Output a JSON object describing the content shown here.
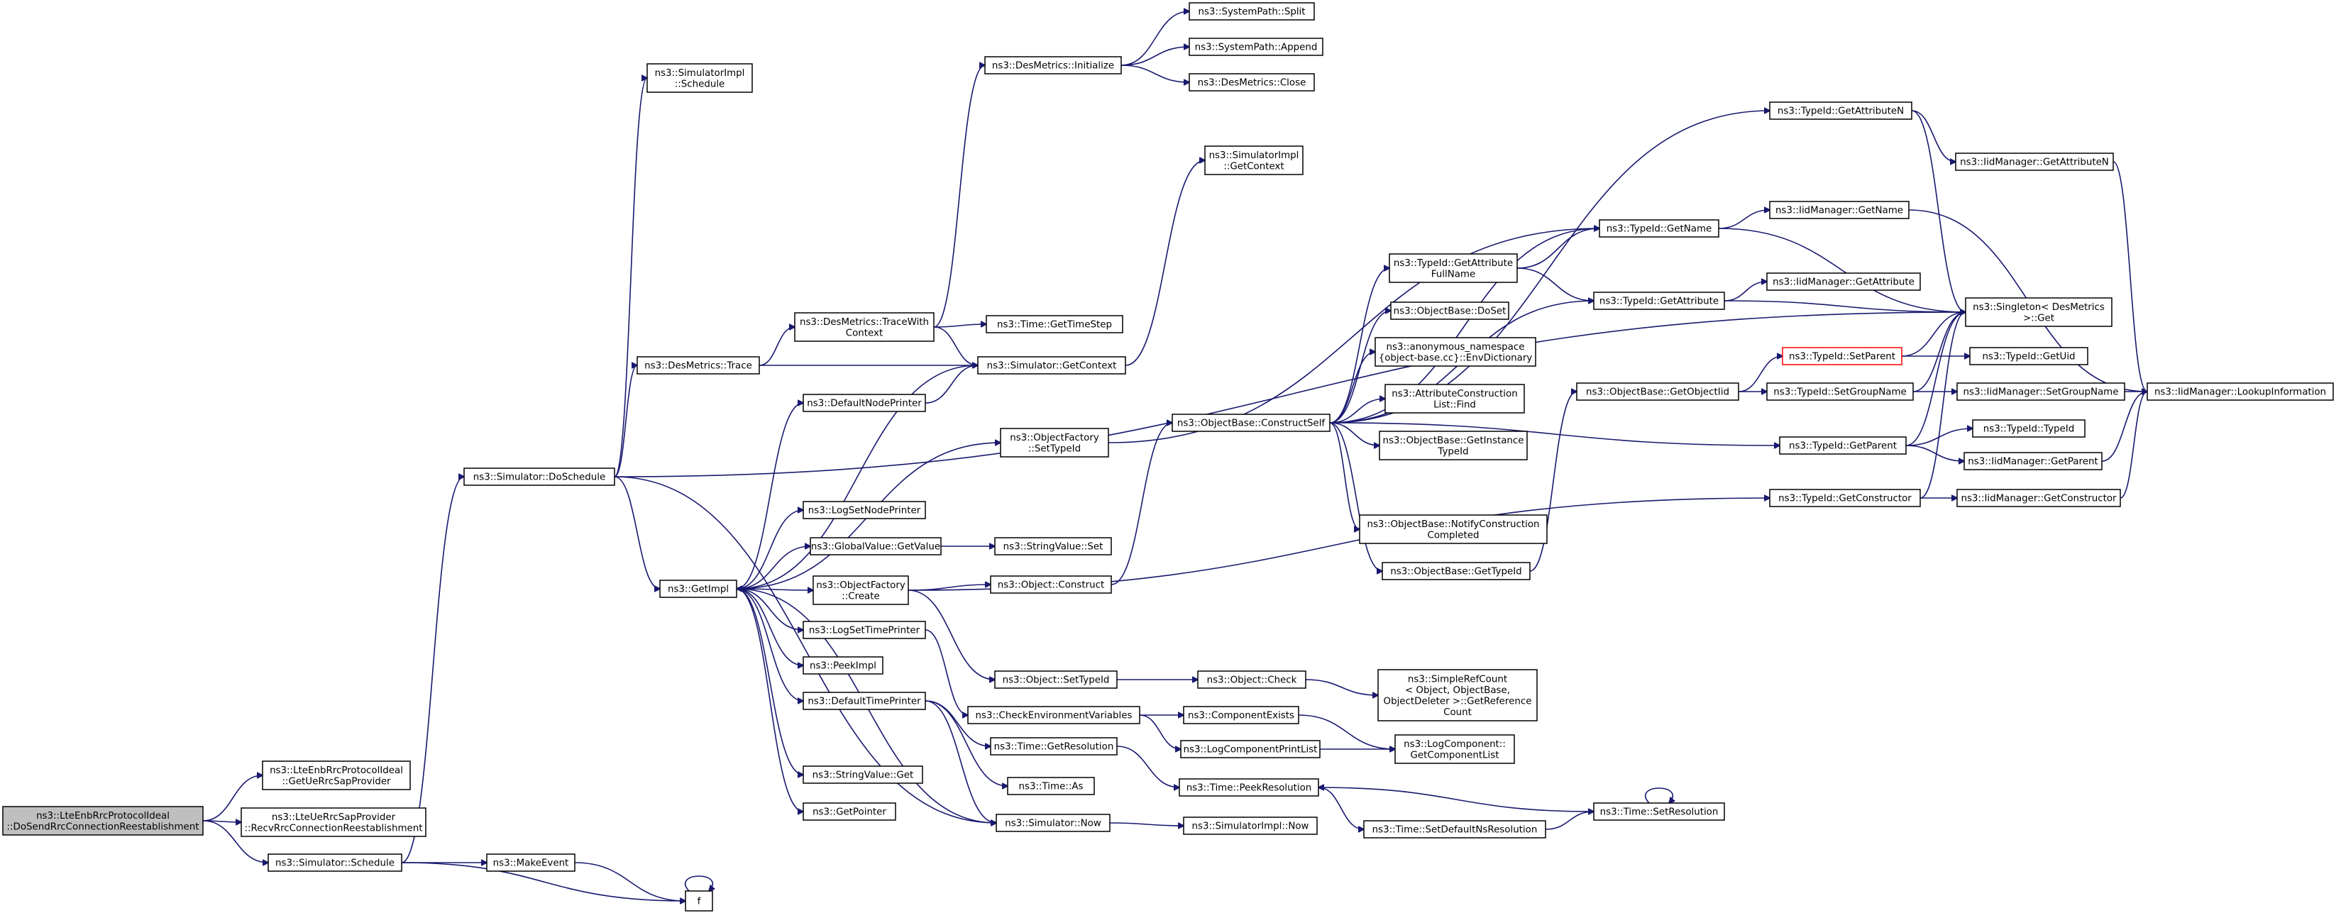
{
  "graph": {
    "nodes": [
      {
        "id": "root",
        "lines": [
          "ns3::LteEnbRrcProtocolIdeal",
          "::DoSendRrcConnectionReestablishment"
        ],
        "style": "root"
      },
      {
        "id": "getUeRrcSap",
        "lines": [
          "ns3::LteEnbRrcProtocolIdeal",
          "::GetUeRrcSapProvider"
        ]
      },
      {
        "id": "recvRrcConn",
        "lines": [
          "ns3::LteUeRrcSapProvider",
          "::RecvRrcConnectionReestablishment"
        ]
      },
      {
        "id": "simSchedule",
        "lines": [
          "ns3::Simulator::Schedule"
        ]
      },
      {
        "id": "makeEvent",
        "lines": [
          "ns3::MakeEvent"
        ]
      },
      {
        "id": "f",
        "lines": [
          "f"
        ]
      },
      {
        "id": "doSchedule",
        "lines": [
          "ns3::Simulator::DoSchedule"
        ]
      },
      {
        "id": "implSchedule",
        "lines": [
          "ns3::SimulatorImpl",
          "::Schedule"
        ]
      },
      {
        "id": "desTrace",
        "lines": [
          "ns3::DesMetrics::Trace"
        ]
      },
      {
        "id": "getImpl",
        "lines": [
          "ns3::GetImpl"
        ]
      },
      {
        "id": "traceWithContext",
        "lines": [
          "ns3::DesMetrics::TraceWith",
          "Context"
        ]
      },
      {
        "id": "desInit",
        "lines": [
          "ns3::DesMetrics::Initialize"
        ]
      },
      {
        "id": "pathSplit",
        "lines": [
          "ns3::SystemPath::Split"
        ]
      },
      {
        "id": "pathAppend",
        "lines": [
          "ns3::SystemPath::Append"
        ]
      },
      {
        "id": "desClose",
        "lines": [
          "ns3::DesMetrics::Close"
        ]
      },
      {
        "id": "timeGetTimeStep",
        "lines": [
          "ns3::Time::GetTimeStep"
        ]
      },
      {
        "id": "simGetContext",
        "lines": [
          "ns3::Simulator::GetContext"
        ]
      },
      {
        "id": "implGetContext",
        "lines": [
          "ns3::SimulatorImpl",
          "::GetContext"
        ]
      },
      {
        "id": "defaultNodePrinter",
        "lines": [
          "ns3::DefaultNodePrinter"
        ]
      },
      {
        "id": "ofSetTypeId",
        "lines": [
          "ns3::ObjectFactory",
          "::SetTypeId"
        ]
      },
      {
        "id": "logSetNodePrinter",
        "lines": [
          "ns3::LogSetNodePrinter"
        ]
      },
      {
        "id": "gvGetValue",
        "lines": [
          "ns3::GlobalValue::GetValue"
        ]
      },
      {
        "id": "svSet",
        "lines": [
          "ns3::StringValue::Set"
        ]
      },
      {
        "id": "ofCreate",
        "lines": [
          "ns3::ObjectFactory",
          "::Create"
        ]
      },
      {
        "id": "objConstruct",
        "lines": [
          "ns3::Object::Construct"
        ]
      },
      {
        "id": "logSetTimePrinter",
        "lines": [
          "ns3::LogSetTimePrinter"
        ]
      },
      {
        "id": "peekImpl",
        "lines": [
          "ns3::PeekImpl"
        ]
      },
      {
        "id": "defaultTimePrinter",
        "lines": [
          "ns3::DefaultTimePrinter"
        ]
      },
      {
        "id": "svGet",
        "lines": [
          "ns3::StringValue::Get"
        ]
      },
      {
        "id": "getPointer",
        "lines": [
          "ns3::GetPointer"
        ]
      },
      {
        "id": "objSetTypeId",
        "lines": [
          "ns3::Object::SetTypeId"
        ]
      },
      {
        "id": "objCheck",
        "lines": [
          "ns3::Object::Check"
        ]
      },
      {
        "id": "simpleRefCount",
        "lines": [
          "ns3::SimpleRefCount",
          "< Object, ObjectBase,",
          "ObjectDeleter >::GetReference",
          "Count"
        ]
      },
      {
        "id": "checkEnvVars",
        "lines": [
          "ns3::CheckEnvironmentVariables"
        ]
      },
      {
        "id": "componentExists",
        "lines": [
          "ns3::ComponentExists"
        ]
      },
      {
        "id": "logComponentPrintList",
        "lines": [
          "ns3::LogComponentPrintList"
        ]
      },
      {
        "id": "getComponentList",
        "lines": [
          "ns3::LogComponent::",
          "GetComponentList"
        ]
      },
      {
        "id": "timeGetResolution",
        "lines": [
          "ns3::Time::GetResolution"
        ]
      },
      {
        "id": "timeAs",
        "lines": [
          "ns3::Time::As"
        ]
      },
      {
        "id": "simNow",
        "lines": [
          "ns3::Simulator::Now"
        ]
      },
      {
        "id": "implNow",
        "lines": [
          "ns3::SimulatorImpl::Now"
        ]
      },
      {
        "id": "timePeekResolution",
        "lines": [
          "ns3::Time::PeekResolution"
        ]
      },
      {
        "id": "timeSetDefaultNsRes",
        "lines": [
          "ns3::Time::SetDefaultNsResolution"
        ]
      },
      {
        "id": "timeSetResolution",
        "lines": [
          "ns3::Time::SetResolution"
        ]
      },
      {
        "id": "obConstructSelf",
        "lines": [
          "ns3::ObjectBase::ConstructSelf"
        ]
      },
      {
        "id": "tidGetAttrFullName",
        "lines": [
          "ns3::TypeId::GetAttribute",
          "FullName"
        ]
      },
      {
        "id": "obDoSet",
        "lines": [
          "ns3::ObjectBase::DoSet"
        ]
      },
      {
        "id": "envDictionary",
        "lines": [
          "ns3::anonymous_namespace",
          "{object-base.cc}::EnvDictionary"
        ]
      },
      {
        "id": "attrConstructionFind",
        "lines": [
          "ns3::AttributeConstruction",
          "List::Find"
        ]
      },
      {
        "id": "obGetInstanceTypeId",
        "lines": [
          "ns3::ObjectBase::GetInstance",
          "TypeId"
        ]
      },
      {
        "id": "obNotifyConstruction",
        "lines": [
          "ns3::ObjectBase::NotifyConstruction",
          "Completed"
        ]
      },
      {
        "id": "obGetTypeId",
        "lines": [
          "ns3::ObjectBase::GetTypeId"
        ]
      },
      {
        "id": "tidGetName",
        "lines": [
          "ns3::TypeId::GetName"
        ]
      },
      {
        "id": "tidGetAttribute",
        "lines": [
          "ns3::TypeId::GetAttribute"
        ]
      },
      {
        "id": "obGetObjectIid",
        "lines": [
          "ns3::ObjectBase::GetObjectIid"
        ]
      },
      {
        "id": "tidGetAttributeN",
        "lines": [
          "ns3::TypeId::GetAttributeN"
        ]
      },
      {
        "id": "iidGetAttributeN",
        "lines": [
          "ns3::IidManager::GetAttributeN"
        ]
      },
      {
        "id": "iidGetName",
        "lines": [
          "ns3::IidManager::GetName"
        ]
      },
      {
        "id": "iidGetAttribute",
        "lines": [
          "ns3::IidManager::GetAttribute"
        ]
      },
      {
        "id": "tidSetParent",
        "lines": [
          "ns3::TypeId::SetParent"
        ],
        "style": "red"
      },
      {
        "id": "tidSetGroupName",
        "lines": [
          "ns3::TypeId::SetGroupName"
        ]
      },
      {
        "id": "tidGetParent",
        "lines": [
          "ns3::TypeId::GetParent"
        ]
      },
      {
        "id": "tidGetConstructor",
        "lines": [
          "ns3::TypeId::GetConstructor"
        ]
      },
      {
        "id": "singletonGet",
        "lines": [
          "ns3::Singleton< DesMetrics",
          ">::Get"
        ]
      },
      {
        "id": "tidGetUid",
        "lines": [
          "ns3::TypeId::GetUid"
        ]
      },
      {
        "id": "iidSetGroupName",
        "lines": [
          "ns3::IidManager::SetGroupName"
        ]
      },
      {
        "id": "tidTypeId",
        "lines": [
          "ns3::TypeId::TypeId"
        ]
      },
      {
        "id": "iidGetParent",
        "lines": [
          "ns3::IidManager::GetParent"
        ]
      },
      {
        "id": "iidGetConstructor",
        "lines": [
          "ns3::IidManager::GetConstructor"
        ]
      },
      {
        "id": "iidLookupInformation",
        "lines": [
          "ns3::IidManager::LookupInformation"
        ]
      }
    ],
    "edges": [
      [
        "root",
        "getUeRrcSap"
      ],
      [
        "root",
        "recvRrcConn"
      ],
      [
        "root",
        "simSchedule"
      ],
      [
        "simSchedule",
        "doSchedule"
      ],
      [
        "simSchedule",
        "makeEvent"
      ],
      [
        "simSchedule",
        "f"
      ],
      [
        "makeEvent",
        "f"
      ],
      [
        "f",
        "f"
      ],
      [
        "doSchedule",
        "implSchedule"
      ],
      [
        "doSchedule",
        "desTrace"
      ],
      [
        "doSchedule",
        "getImpl"
      ],
      [
        "doSchedule",
        "simNow"
      ],
      [
        "doSchedule",
        "singletonGet"
      ],
      [
        "desTrace",
        "traceWithContext"
      ],
      [
        "desTrace",
        "simGetContext"
      ],
      [
        "traceWithContext",
        "desInit"
      ],
      [
        "traceWithContext",
        "timeGetTimeStep"
      ],
      [
        "traceWithContext",
        "simGetContext"
      ],
      [
        "desInit",
        "pathSplit"
      ],
      [
        "desInit",
        "pathAppend"
      ],
      [
        "desInit",
        "desClose"
      ],
      [
        "simGetContext",
        "implGetContext"
      ],
      [
        "simGetContext",
        "getImpl"
      ],
      [
        "defaultNodePrinter",
        "simGetContext"
      ],
      [
        "getImpl",
        "defaultNodePrinter"
      ],
      [
        "getImpl",
        "ofSetTypeId"
      ],
      [
        "getImpl",
        "logSetNodePrinter"
      ],
      [
        "getImpl",
        "gvGetValue"
      ],
      [
        "getImpl",
        "ofCreate"
      ],
      [
        "getImpl",
        "logSetTimePrinter"
      ],
      [
        "getImpl",
        "peekImpl"
      ],
      [
        "getImpl",
        "defaultTimePrinter"
      ],
      [
        "getImpl",
        "svGet"
      ],
      [
        "getImpl",
        "getPointer"
      ],
      [
        "getImpl",
        "simNow"
      ],
      [
        "gvGetValue",
        "svSet"
      ],
      [
        "ofCreate",
        "objConstruct"
      ],
      [
        "ofCreate",
        "objSetTypeId"
      ],
      [
        "ofCreate",
        "tidGetConstructor"
      ],
      [
        "ofSetTypeId",
        "tidGetName"
      ],
      [
        "objConstruct",
        "obConstructSelf"
      ],
      [
        "objSetTypeId",
        "objCheck"
      ],
      [
        "objCheck",
        "simpleRefCount"
      ],
      [
        "logSetTimePrinter",
        "checkEnvVars"
      ],
      [
        "checkEnvVars",
        "componentExists"
      ],
      [
        "checkEnvVars",
        "logComponentPrintList"
      ],
      [
        "componentExists",
        "getComponentList"
      ],
      [
        "logComponentPrintList",
        "getComponentList"
      ],
      [
        "defaultTimePrinter",
        "timeGetResolution"
      ],
      [
        "defaultTimePrinter",
        "timeAs"
      ],
      [
        "defaultTimePrinter",
        "simNow"
      ],
      [
        "timeGetResolution",
        "timePeekResolution"
      ],
      [
        "simNow",
        "implNow"
      ],
      [
        "timePeekResolution",
        "timeSetDefaultNsRes"
      ],
      [
        "timeSetDefaultNsRes",
        "timeSetResolution"
      ],
      [
        "timeSetResolution",
        "timePeekResolution"
      ],
      [
        "timeSetResolution",
        "timeSetResolution"
      ],
      [
        "obConstructSelf",
        "tidGetName"
      ],
      [
        "obConstructSelf",
        "tidGetAttrFullName"
      ],
      [
        "obConstructSelf",
        "obDoSet"
      ],
      [
        "obConstructSelf",
        "envDictionary"
      ],
      [
        "obConstructSelf",
        "attrConstructionFind"
      ],
      [
        "obConstructSelf",
        "obGetInstanceTypeId"
      ],
      [
        "obConstructSelf",
        "obNotifyConstruction"
      ],
      [
        "obConstructSelf",
        "obGetTypeId"
      ],
      [
        "obConstructSelf",
        "tidGetAttribute"
      ],
      [
        "obConstructSelf",
        "tidGetAttributeN"
      ],
      [
        "obConstructSelf",
        "tidGetParent"
      ],
      [
        "tidGetAttrFullName",
        "tidGetName"
      ],
      [
        "tidGetAttrFullName",
        "tidGetAttribute"
      ],
      [
        "obGetTypeId",
        "obGetObjectIid"
      ],
      [
        "tidGetName",
        "iidGetName"
      ],
      [
        "tidGetName",
        "singletonGet"
      ],
      [
        "tidGetAttribute",
        "iidGetAttribute"
      ],
      [
        "tidGetAttribute",
        "singletonGet"
      ],
      [
        "obGetObjectIid",
        "tidSetParent"
      ],
      [
        "obGetObjectIid",
        "tidSetGroupName"
      ],
      [
        "tidGetAttributeN",
        "iidGetAttributeN"
      ],
      [
        "tidGetAttributeN",
        "singletonGet"
      ],
      [
        "iidGetAttributeN",
        "iidLookupInformation"
      ],
      [
        "iidGetName",
        "iidLookupInformation"
      ],
      [
        "tidSetParent",
        "tidGetUid"
      ],
      [
        "tidSetParent",
        "singletonGet"
      ],
      [
        "tidSetGroupName",
        "iidSetGroupName"
      ],
      [
        "tidSetGroupName",
        "singletonGet"
      ],
      [
        "tidGetParent",
        "tidTypeId"
      ],
      [
        "tidGetParent",
        "iidGetParent"
      ],
      [
        "tidGetParent",
        "singletonGet"
      ],
      [
        "tidGetConstructor",
        "iidGetConstructor"
      ],
      [
        "tidGetConstructor",
        "singletonGet"
      ],
      [
        "iidSetGroupName",
        "iidLookupInformation"
      ],
      [
        "iidGetParent",
        "iidLookupInformation"
      ],
      [
        "iidGetConstructor",
        "iidLookupInformation"
      ]
    ]
  }
}
